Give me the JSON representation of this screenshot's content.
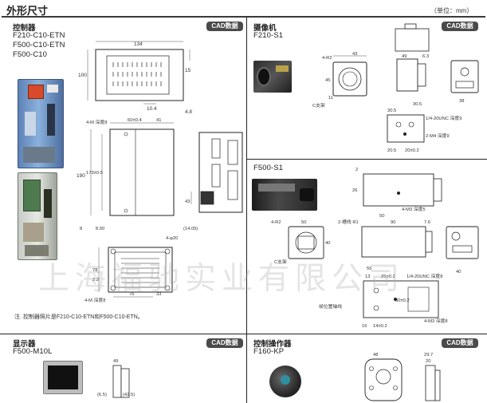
{
  "header": {
    "title": "外形尺寸",
    "unit": "（单位：mm）"
  },
  "cad_label": "CAD数据",
  "controller": {
    "title": "控制器",
    "models": [
      "F210-C10-ETN",
      "F500-C10-ETN",
      "F500-C10"
    ],
    "note": "注. 控制器照片是F210-C10-ETN和F500-C10-ETN。",
    "dims": {
      "top_w": "134",
      "top_h": "100",
      "top_d1": "15",
      "top_d2": "10.4",
      "top_d3": "4.8",
      "front_holes": "4-M 深度8",
      "front_pitch": "60±0.4",
      "front_41": "41",
      "front_190": "190",
      "front_173": "173±0.5",
      "front_8": "8",
      "front_850": "8.50",
      "side_43": "43",
      "side_1405": "(14.05)",
      "bot_holes": "4-φ20",
      "bot_78": "78",
      "bot_22": "2.2",
      "bot_76": "76",
      "bot_33": "33",
      "bot_m": "4-M 深度8"
    }
  },
  "camera_f210": {
    "title": "摄像机",
    "model": "F210-S1",
    "dims": {
      "r2": "4-R2",
      "w43": "43",
      "h45": "45",
      "d11": "11",
      "c_mount": "C支架",
      "s49": "49",
      "s63": "6.3",
      "s305": "30.5",
      "s38": "38",
      "b305": "30.5",
      "b_unc": "1/4-20UNC 深度9",
      "b_m4": "2-M4 深度9",
      "b205": "20.5",
      "b20": "20±0.2"
    }
  },
  "camera_f500": {
    "model": "F500-S1",
    "dims": {
      "t2": "2",
      "t26": "26",
      "t50": "50",
      "t_m3": "4-M3 深度5",
      "r2": "4-R2",
      "w50": "50",
      "slot": "2-槽线 R1",
      "s90": "90",
      "s76": "7.6",
      "h40": "40",
      "c_mount": "C支架",
      "d55": "55",
      "d40": "40",
      "b13": "13",
      "b25": "25±0.2",
      "b_unc": "1/4-20UNC 深度8",
      "b30": "30±0.2",
      "b_axis": "帧位置轴线",
      "b16": "16",
      "b14": "14±0.2",
      "b_m3": "4-M3 深度8"
    }
  },
  "monitor": {
    "title": "显示器",
    "model": "F500-M10L",
    "dims": {
      "d49": "49",
      "d65": "(6.5)",
      "d425": "(42.5)"
    }
  },
  "console": {
    "title": "控制操作器",
    "model": "F160-KP",
    "dims": {
      "d48": "48",
      "d297": "29.7",
      "d20": "20"
    }
  },
  "watermark": "上海福驰实业有限公司"
}
